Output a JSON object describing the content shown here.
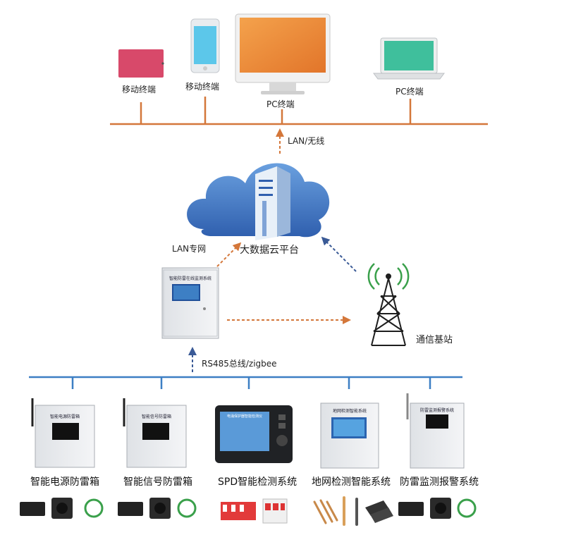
{
  "terminals": [
    {
      "label": "移动终端",
      "icon": "tablet-icon"
    },
    {
      "label": "移动终端",
      "icon": "phone-icon"
    },
    {
      "label": "PC终端",
      "icon": "monitor-icon"
    },
    {
      "label": "PC终端",
      "icon": "laptop-icon"
    }
  ],
  "links": {
    "lan_wireless": "LAN/无线",
    "lan_private": "LAN专网",
    "rs485": "RS485总线/zigbee"
  },
  "cloud": {
    "label": "大数据云平台",
    "icon": "cloud-server-icon"
  },
  "base_station": {
    "label": "通信基站",
    "icon": "tower-icon"
  },
  "gateway": {
    "panel_title": "智能防雷在线监测系统",
    "icon": "gateway-cabinet-icon"
  },
  "subsystems": [
    {
      "label": "智能电源防雷箱",
      "panel_title": "智能电源防雷箱"
    },
    {
      "label": "智能信号防雷箱",
      "panel_title": "智能信号防雷箱"
    },
    {
      "label": "SPD智能检测系统",
      "panel_title": "电涌保护器智能检测仪"
    },
    {
      "label": "地网检测智能系统",
      "panel_title": "地网检测智能系统"
    },
    {
      "label": "防雷监测报警系统",
      "panel_title": "防雷监测报警系统"
    }
  ],
  "colors": {
    "bus_orange": "#d4773a",
    "bus_blue": "#3d7fc4",
    "arrow_orange": "#d4773a",
    "arrow_blue": "#3a5a96",
    "cloud_blue": "#3f76c4"
  }
}
